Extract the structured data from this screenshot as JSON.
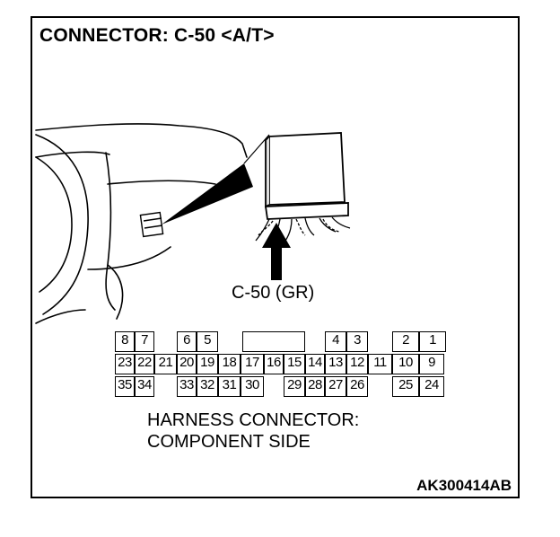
{
  "title": "CONNECTOR: C-50 <A/T>",
  "connector_label": "C-50 (GR)",
  "pin_rows": [
    [
      "8",
      "7",
      "",
      "6",
      "5",
      "",
      "4",
      "3",
      "",
      "2",
      "1"
    ],
    [
      "23",
      "22",
      "21",
      "20",
      "19",
      "18",
      "17",
      "16",
      "15",
      "14",
      "13",
      "12",
      "11",
      "10",
      "9"
    ],
    [
      "35",
      "34",
      "",
      "33",
      "32",
      "31",
      "30",
      "",
      "29",
      "28",
      "27",
      "26",
      "",
      "25",
      "24"
    ]
  ],
  "caption": {
    "line1": "HARNESS CONNECTOR:",
    "line2": "COMPONENT SIDE"
  },
  "reference_code": "AK300414AB"
}
